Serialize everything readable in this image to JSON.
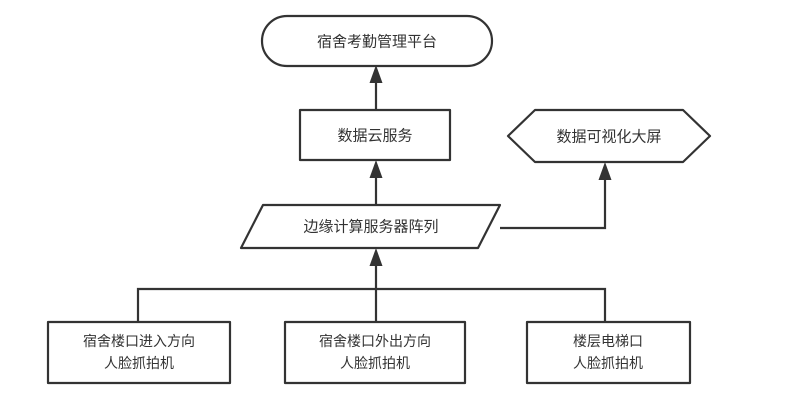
{
  "diagram": {
    "type": "flowchart",
    "direction": "bottom-up",
    "background_color": "#ffffff",
    "line_color": "#333333",
    "fill_color": "#ffffff",
    "nodes": [
      {
        "id": "platform",
        "label": "宿舍考勤管理平台",
        "shape": "stadium",
        "level": "top"
      },
      {
        "id": "cloud",
        "label": "数据云服务",
        "shape": "rectangle",
        "level": "second"
      },
      {
        "id": "bigscreen",
        "label": "数据可视化大屏",
        "shape": "hexagon",
        "level": "second"
      },
      {
        "id": "edge",
        "label": "边缘计算服务器阵列",
        "shape": "parallelogram",
        "level": "third"
      },
      {
        "id": "cam_in",
        "label_line1": "宿舍楼口进入方向",
        "label_line2": "人脸抓拍机",
        "shape": "rectangle",
        "level": "bottom"
      },
      {
        "id": "cam_out",
        "label_line1": "宿舍楼口外出方向",
        "label_line2": "人脸抓拍机",
        "shape": "rectangle",
        "level": "bottom"
      },
      {
        "id": "cam_elevator",
        "label_line1": "楼层电梯口",
        "label_line2": "人脸抓拍机",
        "shape": "rectangle",
        "level": "bottom"
      }
    ],
    "edges": [
      {
        "from": "cloud",
        "to": "platform",
        "style": "solid",
        "arrow": "single"
      },
      {
        "from": "edge",
        "to": "cloud",
        "style": "solid",
        "arrow": "single"
      },
      {
        "from": "edge",
        "to": "bigscreen",
        "style": "solid",
        "arrow": "single"
      },
      {
        "from": "cam_in",
        "to": "edge",
        "style": "solid",
        "arrow": "single"
      },
      {
        "from": "cam_out",
        "to": "edge",
        "style": "solid",
        "arrow": "single"
      },
      {
        "from": "cam_elevator",
        "to": "edge",
        "style": "solid",
        "arrow": "single"
      }
    ]
  }
}
